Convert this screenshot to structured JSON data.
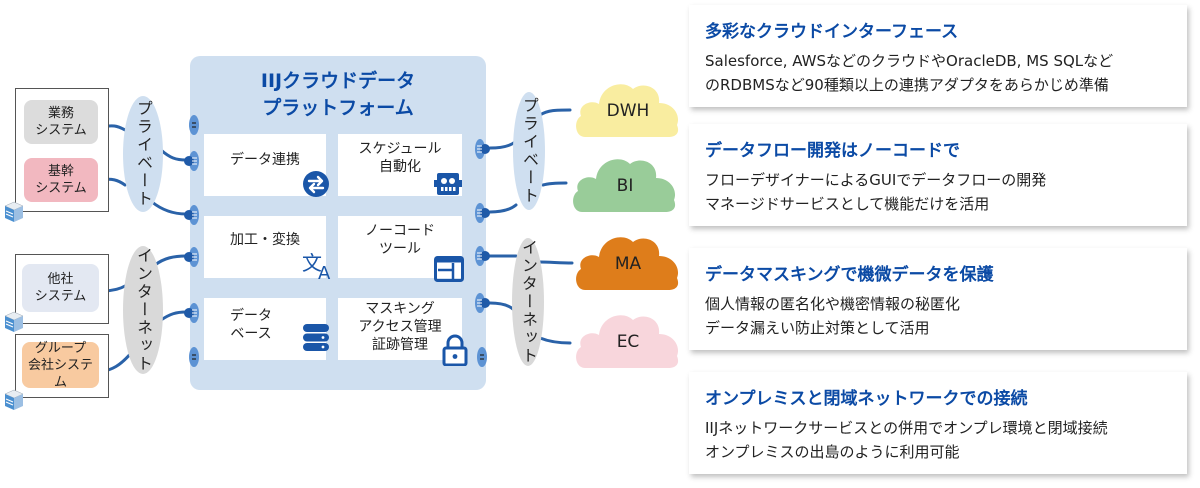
{
  "platform": {
    "title": "IIJクラウドデータ\nプラットフォーム",
    "functions": [
      {
        "label": "データ連携",
        "icon": "sync-arrows-icon"
      },
      {
        "label": "スケジュール\n自動化",
        "icon": "robot-icon"
      },
      {
        "label": "加工・変換",
        "icon": "translate-icon"
      },
      {
        "label": "ノーコード\nツール",
        "icon": "layout-window-icon"
      },
      {
        "label": "データ\nベース",
        "icon": "database-icon"
      },
      {
        "label": "マスキング\nアクセス管理\n証跡管理",
        "icon": "lock-icon"
      }
    ]
  },
  "left_systems": [
    {
      "label": "業務\nシステム",
      "color": "#dcdcdc"
    },
    {
      "label": "基幹\nシステム",
      "color": "#f2b8c0"
    },
    {
      "label": "他社\nシステム",
      "color": "#e3e8f2"
    },
    {
      "label": "グループ\n会社システム",
      "color": "#f8caa0"
    }
  ],
  "networks": {
    "private_label": "プライベート",
    "internet_label": "インターネット",
    "private_color": "#cfdff0",
    "internet_color": "#d9d9d9"
  },
  "clouds": [
    {
      "label": "DWH",
      "color": "#f9eda0"
    },
    {
      "label": "BI",
      "color": "#99cc99"
    },
    {
      "label": "MA",
      "color": "#de7d1b"
    },
    {
      "label": "EC",
      "color": "#f8d6dc"
    }
  ],
  "features": [
    {
      "title": "多彩なクラウドインターフェース",
      "body": "Salesforce, AWSなどのクラウドやOracleDB, MS SQLなど\nのRDBMSなど90種類以上の連携アダプタをあらかじめ準備"
    },
    {
      "title": "データフロー開発はノーコードで",
      "body": "フローデザイナーによるGUIでデータフローの開発\nマネージドサービスとして機能だけを活用"
    },
    {
      "title": "データマスキングで機微データを保護",
      "body": "個人情報の匿名化や機密情報の秘匿化\nデータ漏えい防止対策として活用"
    },
    {
      "title": "オンプレミスと閉域ネットワークでの接続",
      "body": "IIJネットワークサービスとの併用でオンプレ環境と閉域接続\nオンプレミスの出島のように利用可能"
    }
  ],
  "colors": {
    "accent": "#0b4aa5",
    "wire": "#2a62a8",
    "platform_bg": "#cfdff0"
  }
}
